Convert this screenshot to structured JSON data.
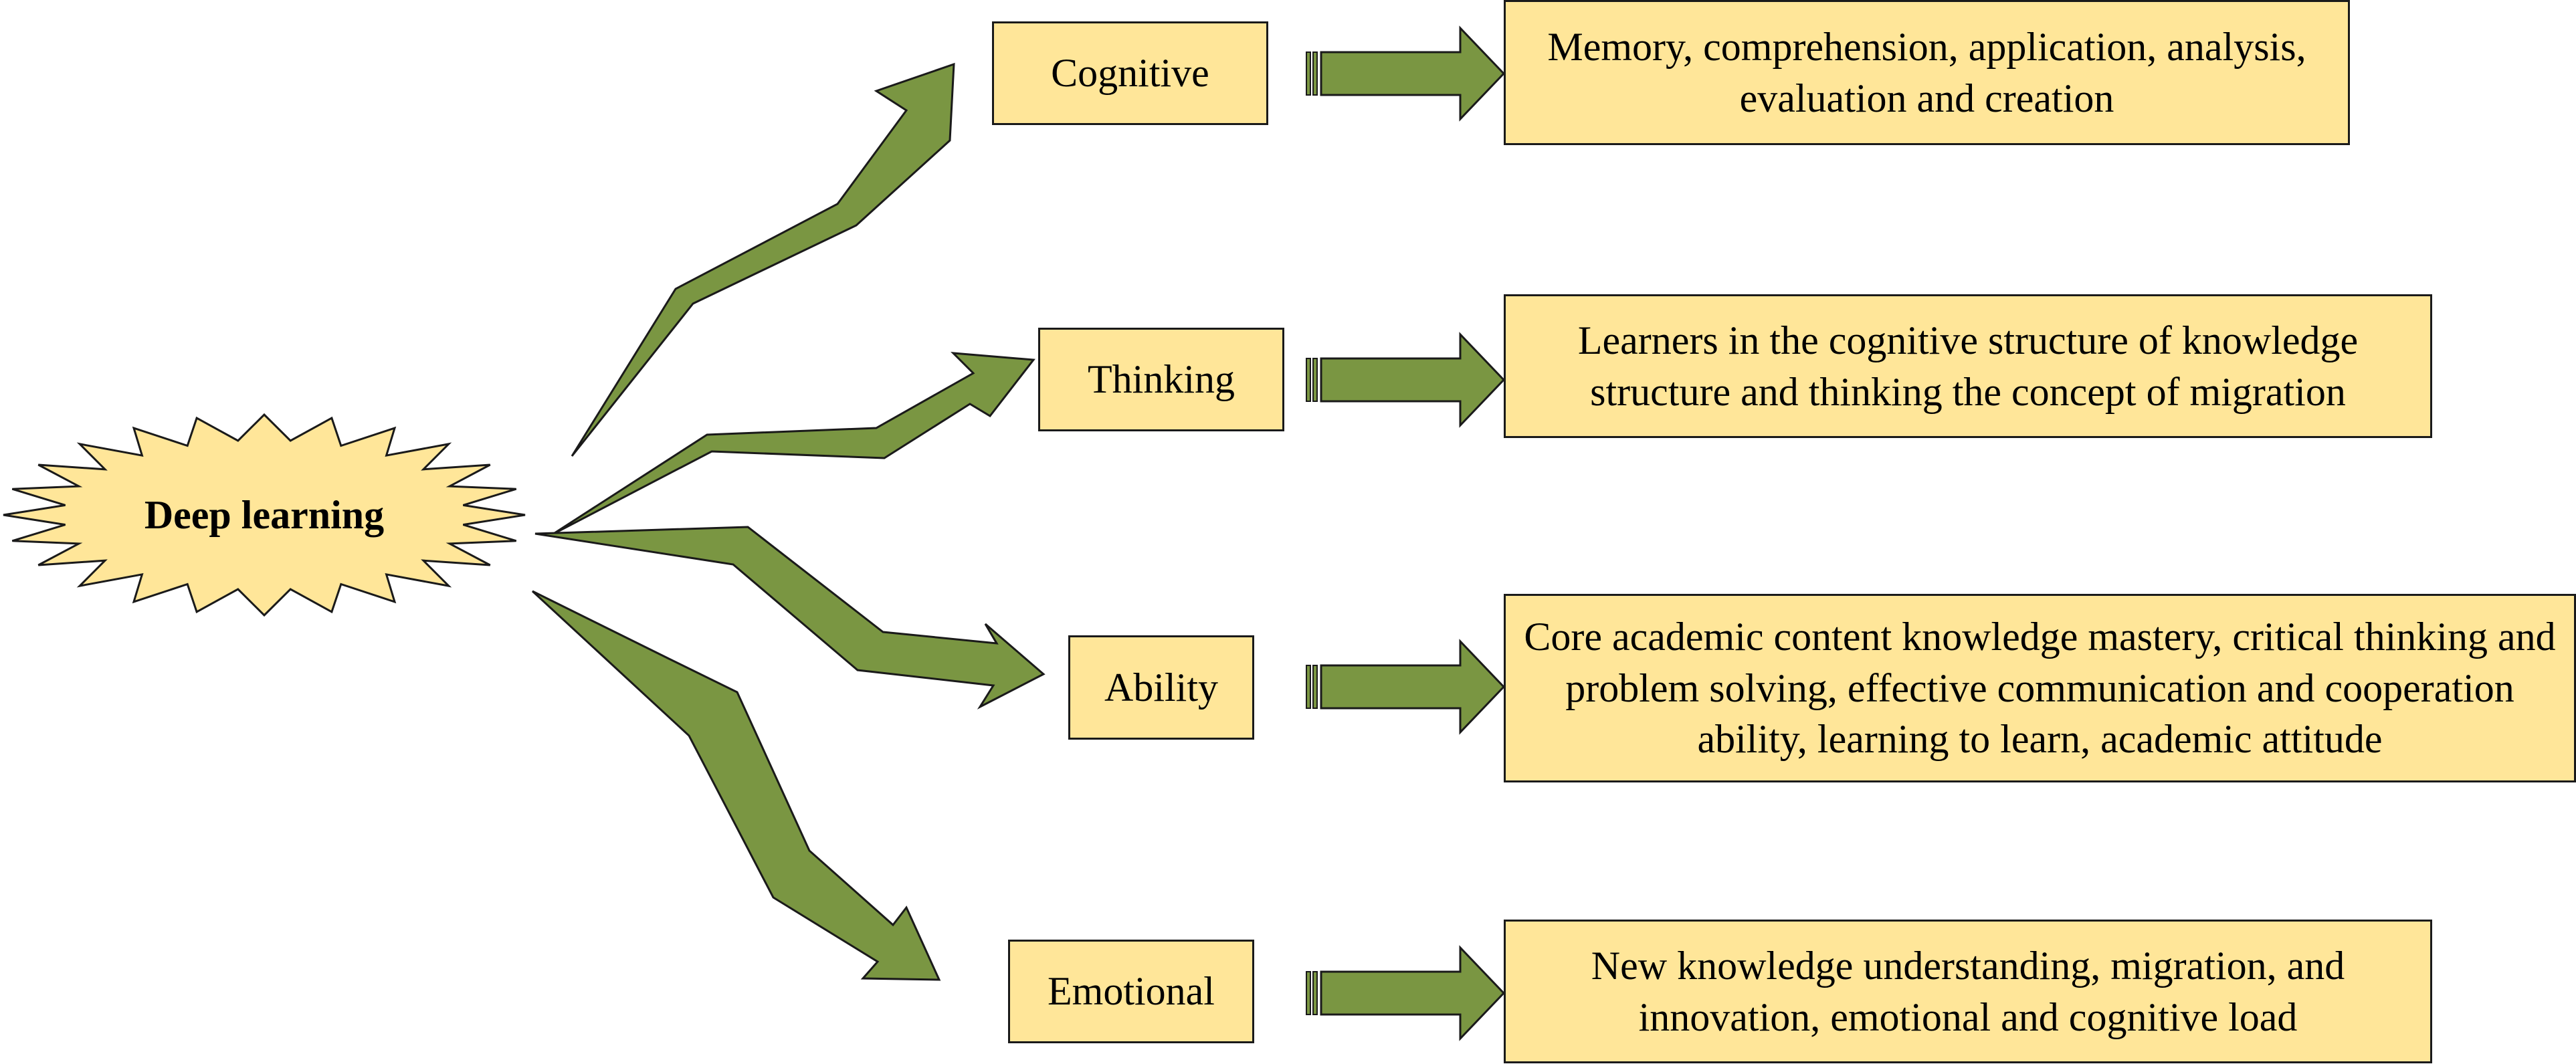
{
  "center": {
    "label": "Deep learning"
  },
  "colors": {
    "box_fill": "#FFE699",
    "arrow_fill": "#7A9642",
    "outline": "#1a1a1a"
  },
  "categories": [
    {
      "label": "Cognitive",
      "description": "Memory, comprehension, application, analysis, evaluation and creation"
    },
    {
      "label": "Thinking",
      "description": "Learners in the cognitive structure of knowledge structure and thinking the concept of migration"
    },
    {
      "label": "Ability",
      "description": "Core academic content knowledge mastery, critical thinking and problem solving, effective communication and cooperation ability, learning to learn, academic attitude"
    },
    {
      "label": "Emotional",
      "description": "New knowledge understanding, migration, and innovation, emotional and cognitive load"
    }
  ]
}
